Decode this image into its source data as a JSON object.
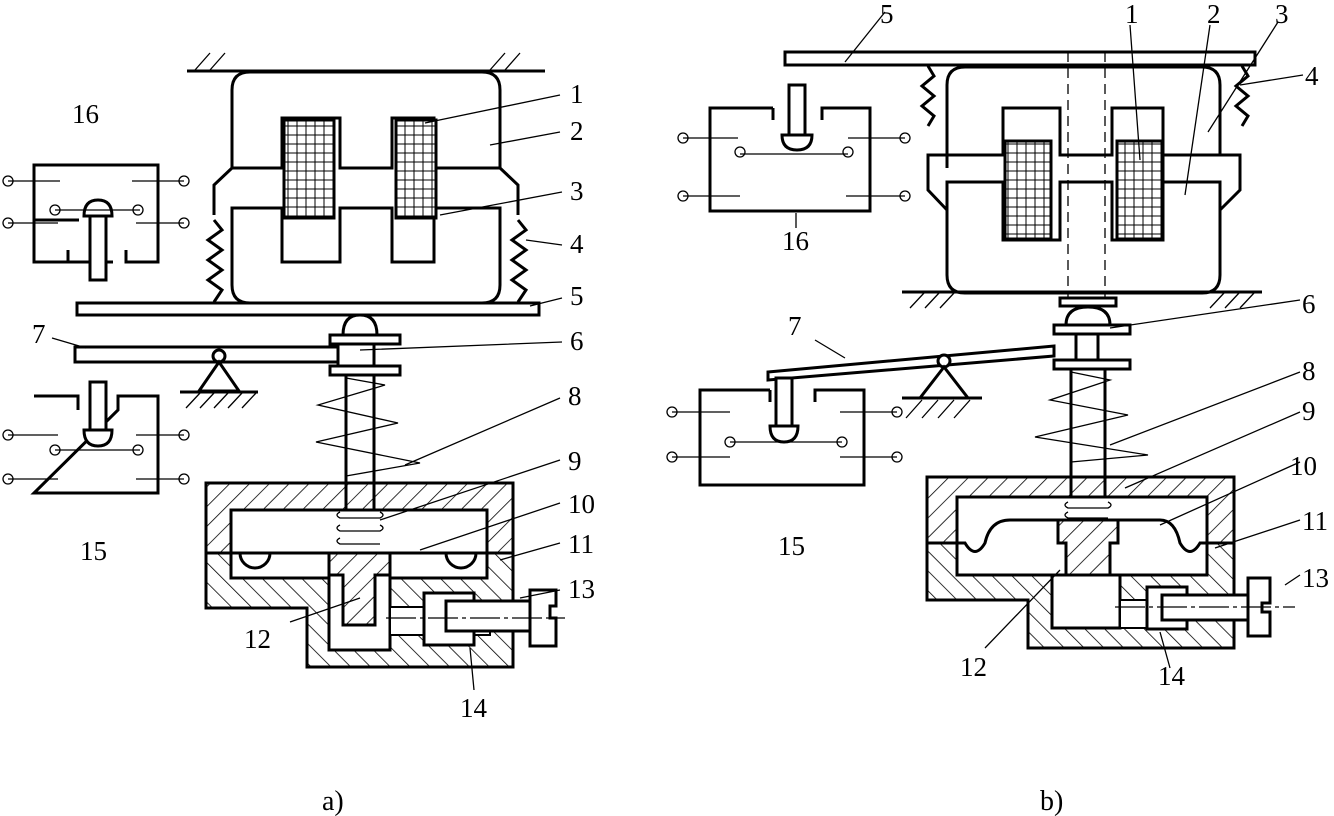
{
  "figure": {
    "panels": [
      {
        "id": "a",
        "caption": "a)"
      },
      {
        "id": "b",
        "caption": "b)"
      }
    ],
    "part_labels": [
      "1",
      "2",
      "3",
      "4",
      "5",
      "6",
      "7",
      "8",
      "9",
      "10",
      "11",
      "12",
      "13",
      "14",
      "15",
      "16"
    ],
    "colors": {
      "ink": "#000000",
      "paper": "#ffffff"
    }
  }
}
